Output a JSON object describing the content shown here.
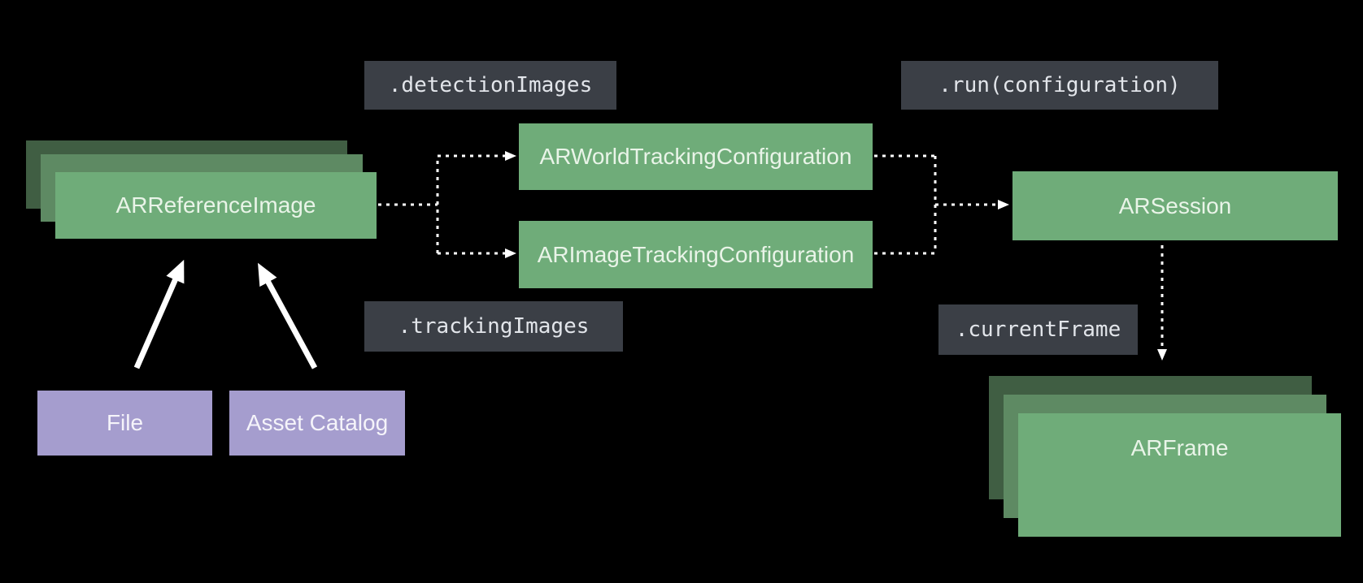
{
  "diagram": {
    "title_hint": "ARKit image detection / tracking flow",
    "nodes": {
      "ar_reference_image": {
        "label": "ARReferenceImage"
      },
      "ar_world_tracking_configuration": {
        "label": "ARWorldTrackingConfiguration"
      },
      "ar_image_tracking_configuration": {
        "label": "ARImageTrackingConfiguration"
      },
      "ar_session": {
        "label": "ARSession"
      },
      "ar_frame": {
        "label": "ARFrame"
      },
      "file": {
        "label": "File"
      },
      "asset_catalog": {
        "label": "Asset Catalog"
      }
    },
    "code_labels": {
      "detection_images": ".detectionImages",
      "run_configuration": ".run(configuration)",
      "tracking_images": ".trackingImages",
      "current_frame": ".currentFrame"
    },
    "edges": [
      {
        "from": "file",
        "to": "ar_reference_image",
        "style": "solid-arrow"
      },
      {
        "from": "asset_catalog",
        "to": "ar_reference_image",
        "style": "solid-arrow"
      },
      {
        "from": "ar_reference_image",
        "to": "ar_world_tracking_configuration",
        "style": "dashed-arrow"
      },
      {
        "from": "ar_reference_image",
        "to": "ar_image_tracking_configuration",
        "style": "dashed-arrow"
      },
      {
        "from": "ar_world_tracking_configuration",
        "to": "ar_session",
        "style": "dashed-arrow"
      },
      {
        "from": "ar_image_tracking_configuration",
        "to": "ar_session",
        "style": "dashed-arrow"
      },
      {
        "from": "ar_session",
        "to": "ar_frame",
        "style": "dashed-arrow"
      }
    ],
    "colors": {
      "background": "#000000",
      "node_green": "#6fac79",
      "node_green_mid": "#5e8a63",
      "node_green_back": "#405e43",
      "node_purple": "#a59dce",
      "code_label_bg": "#3b3f46",
      "arrow": "#ffffff",
      "node_text": "#e9f4e8"
    }
  }
}
